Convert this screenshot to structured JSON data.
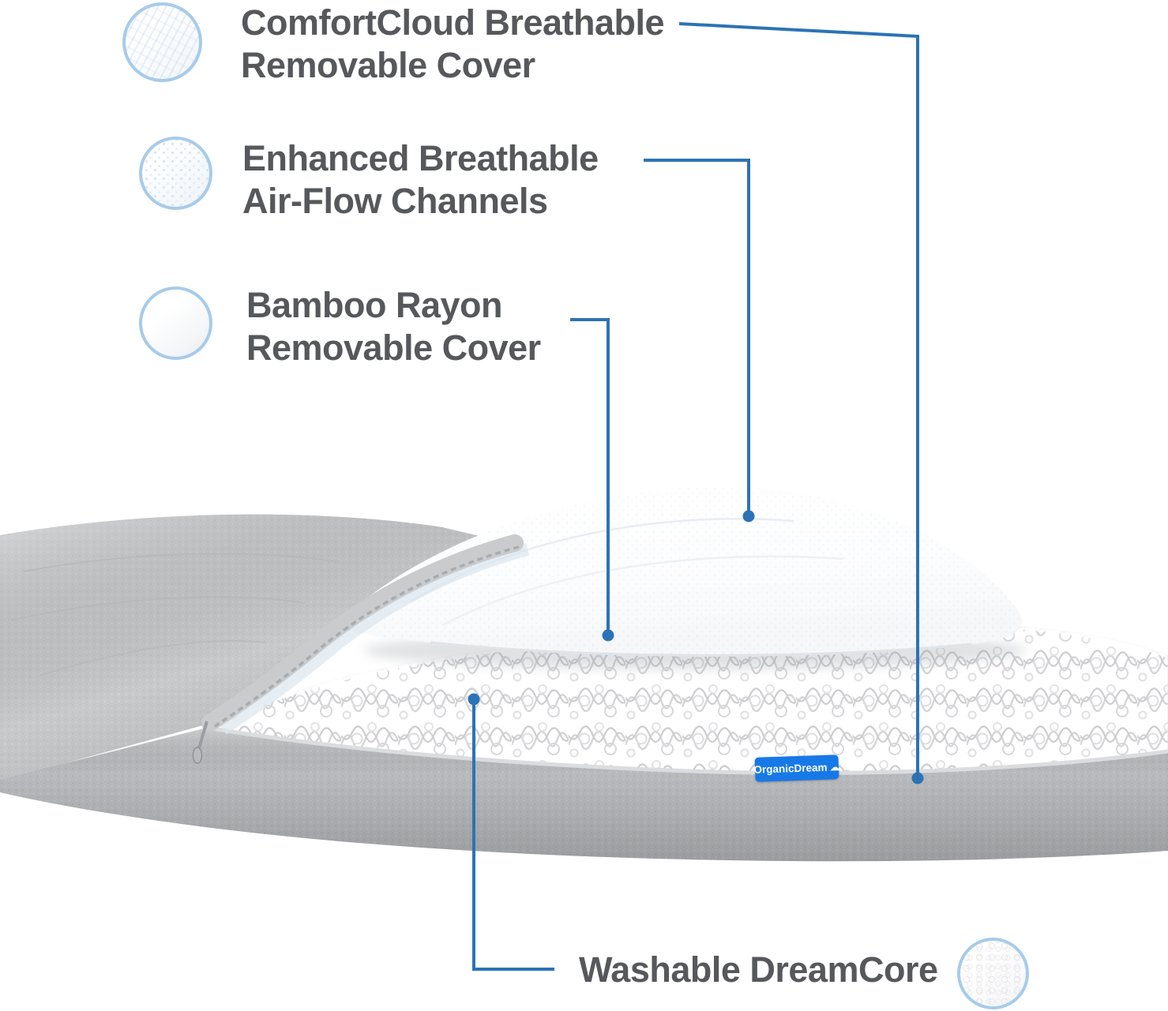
{
  "title": "Mattress layers infographic",
  "callouts": [
    {
      "id": 1,
      "label": "ComfortCloud Breathable\nRemovable Cover",
      "icon": "mesh-fabric-swatch"
    },
    {
      "id": 2,
      "label": "Enhanced Breathable\nAir-Flow Channels",
      "icon": "airflow-mesh-swatch"
    },
    {
      "id": 3,
      "label": "Bamboo Rayon\nRemovable Cover",
      "icon": "bamboo-fabric-swatch"
    },
    {
      "id": 4,
      "label": "Washable DreamCore",
      "icon": "dreamcore-coil-swatch"
    }
  ],
  "brand_tag": {
    "label": "OrganicDream",
    "icon": "cloud-icon"
  },
  "colors": {
    "text": "#56585b",
    "leader_line": "#2c73b5",
    "swatch_border": "#a7cbea",
    "tag_background": "#1779e8",
    "mattress_gray": "#c6c8ca",
    "core_white": "#ffffff"
  }
}
